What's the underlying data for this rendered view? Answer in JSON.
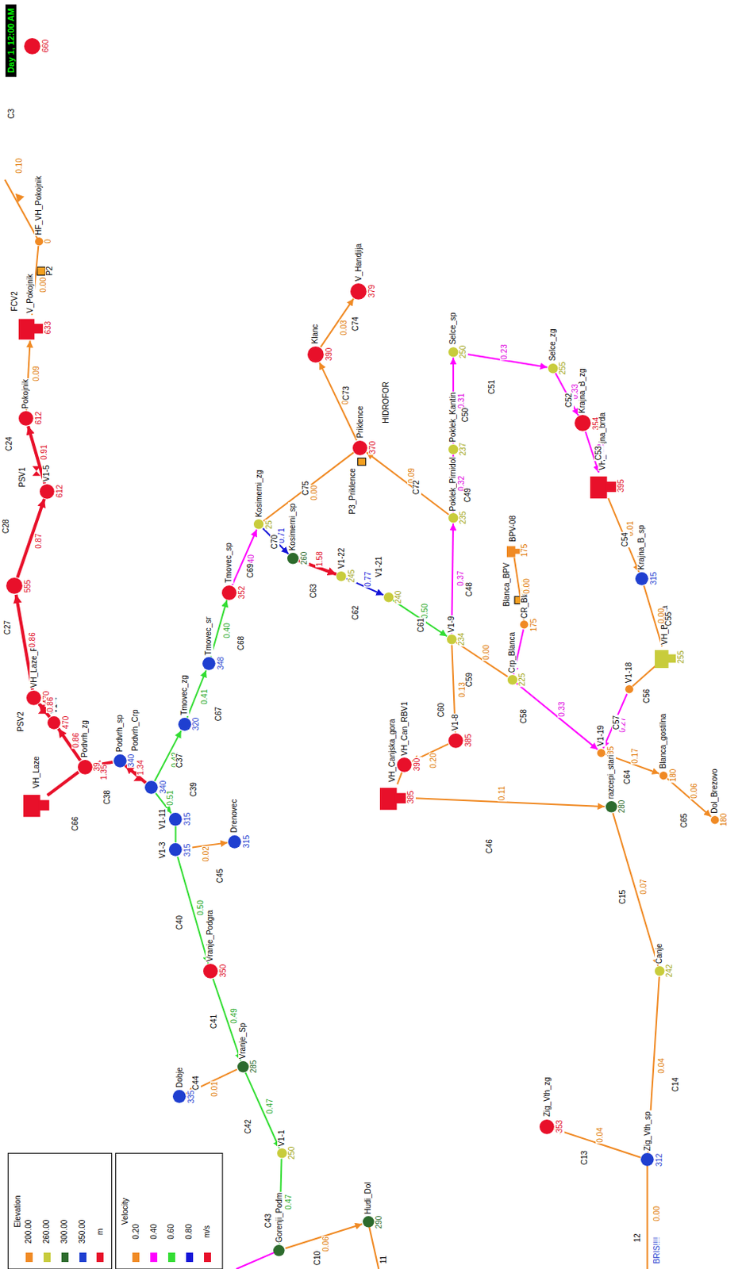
{
  "diagram": {
    "nodes": [
      {
        "text": [
          "660"
        ]
      },
      {
        "text": [
          "HF_VH_Pokojnik",
          "0"
        ]
      },
      {
        "text": [
          "V_Pokojnik",
          "633"
        ]
      },
      {
        "text": [
          "Pokojnik",
          "612"
        ]
      },
      {
        "text": [
          "V1-5",
          "612"
        ]
      },
      {
        "text": [
          "555"
        ]
      },
      {
        "text": [
          "VH_Laze_PSV",
          "470"
        ]
      },
      {
        "text": [
          "V1-4",
          "470"
        ]
      },
      {
        "text": [
          "Podvrh_zg",
          "39"
        ]
      },
      {
        "text": [
          "VH_Laze"
        ]
      },
      {
        "text": [
          "Podvrh_sp",
          "340"
        ]
      },
      {
        "text": [
          "340"
        ]
      },
      {
        "text": [
          "Tmovec_zg",
          "320"
        ]
      },
      {
        "text": [
          "Tmovec_sr",
          "348"
        ]
      },
      {
        "text": [
          "Tmovec_sp",
          "352"
        ]
      },
      {
        "text": [
          "Kosimerni_zg",
          "25"
        ]
      },
      {
        "text": [
          "Kosimerni_sp",
          "260"
        ]
      },
      {
        "text": [
          "V1-22",
          "245"
        ]
      },
      {
        "text": [
          "240"
        ]
      },
      {
        "text": [
          "V1-9",
          "234"
        ]
      },
      {
        "text": [
          "Priklence",
          "370"
        ]
      },
      {
        "text": [
          "Klanc",
          "390"
        ]
      },
      {
        "text": [
          "V_Handjija",
          "379"
        ]
      },
      {
        "text": [
          "Poklek_Pirnidol",
          "235"
        ]
      },
      {
        "text": [
          "Poklek_Kantin",
          "237"
        ]
      },
      {
        "text": [
          "Selce_sp",
          "250"
        ]
      },
      {
        "text": [
          "Selce_zg",
          "255"
        ]
      },
      {
        "text": [
          "Krajna_B_zg",
          "354"
        ]
      },
      {
        "text": [
          "VH_Krajna_brda",
          "395"
        ]
      },
      {
        "text": [
          "Krajna_B_sp",
          "315"
        ]
      },
      {
        "text": [
          "VH_Blanca",
          "255"
        ]
      },
      {
        "text": [
          "V1-18"
        ]
      },
      {
        "text": [
          "V1-19",
          "185"
        ]
      },
      {
        "text": [
          "Blanca_gostilna",
          "180"
        ]
      },
      {
        "text": [
          "Dol_Brezovo",
          "180"
        ]
      },
      {
        "text": [
          "BPV-08",
          "175"
        ]
      },
      {
        "text": [
          "CR_Blanca",
          "175"
        ]
      },
      {
        "text": [
          "Crp_Blanca",
          "225"
        ]
      },
      {
        "text": [
          "V1-8",
          "385"
        ]
      },
      {
        "text": [
          "VH_Can_RBV1",
          "390"
        ]
      },
      {
        "text": [
          "VH_Canjska_gora",
          "385"
        ]
      },
      {
        "text": [
          "razcepi_stari",
          "280"
        ]
      },
      {
        "text": [
          "Canje",
          "242"
        ]
      },
      {
        "text": [
          "Zig_Vth_sp",
          "312"
        ]
      },
      {
        "text": [
          "Zig_Vth_zg",
          "353"
        ]
      },
      {
        "text": [
          "V1-11",
          "315"
        ]
      },
      {
        "text": [
          "V1-3",
          "315"
        ]
      },
      {
        "text": [
          "Drenovec",
          "315"
        ]
      },
      {
        "text": [
          "Vranje_Podgra",
          "350"
        ]
      },
      {
        "text": [
          "Vranje_Sp",
          "285"
        ]
      },
      {
        "text": [
          "Dobje",
          "335"
        ]
      },
      {
        "text": [
          "V1-1",
          "250"
        ]
      },
      {
        "text": [
          "Gorenji_Podm"
        ]
      },
      {
        "text": [
          "Hudi_Dol",
          "290"
        ]
      }
    ],
    "edges": [
      {
        "from": 2,
        "to": 1,
        "label": "0.00",
        "arrow": "none"
      },
      {
        "from": 3,
        "to": 2,
        "label": "0.09",
        "arrow": "to"
      },
      {
        "from": 4,
        "to": 3,
        "label": "0.91",
        "arrow": "to"
      },
      {
        "from": 5,
        "to": 4,
        "label": "0.87",
        "arrow": "to"
      },
      {
        "from": 6,
        "to": 5,
        "label": "0.86",
        "arrow": "to"
      },
      {
        "from": 7,
        "to": 6,
        "label": "0.86",
        "arrow": "to"
      },
      {
        "from": 8,
        "to": 7,
        "label": "0.86",
        "arrow": "to"
      },
      {
        "from": 9,
        "to": 8,
        "arrow": "none"
      },
      {
        "from": 11,
        "to": 10,
        "label": "1.34",
        "arrow": "to"
      },
      {
        "from": 10,
        "to": 8,
        "label": "1.35",
        "arrow": "to"
      },
      {
        "from": 11,
        "to": 12,
        "label": "0.42",
        "arrow": "to"
      },
      {
        "from": 12,
        "to": 13,
        "label": "0.41",
        "arrow": "to"
      },
      {
        "from": 13,
        "to": 14,
        "label": "0.40",
        "arrow": "to"
      },
      {
        "from": 14,
        "to": 15,
        "label": "0.40",
        "arrow": "to"
      },
      {
        "from": 15,
        "to": 16,
        "label": "0.71",
        "arrow": "to"
      },
      {
        "from": 16,
        "to": 17,
        "label": "1.58",
        "arrow": "to"
      },
      {
        "from": 17,
        "to": 18,
        "label": "0.77",
        "arrow": "to"
      },
      {
        "from": 18,
        "to": 19,
        "label": "0.50",
        "arrow": "to"
      },
      {
        "from": 15,
        "to": 20,
        "label": "0.00",
        "arrow": "none"
      },
      {
        "from": 20,
        "to": 21,
        "label": "0.06",
        "arrow": "to"
      },
      {
        "from": 21,
        "to": 22,
        "label": "0.03",
        "arrow": "to"
      },
      {
        "from": 23,
        "to": 20,
        "label": "0.09",
        "arrow": "to"
      },
      {
        "from": 19,
        "to": 23,
        "label": "0.37",
        "arrow": "to"
      },
      {
        "from": 23,
        "to": 24,
        "label": "0.32",
        "arrow": "to"
      },
      {
        "from": 24,
        "to": 25,
        "label": "0.31",
        "arrow": "to"
      },
      {
        "from": 25,
        "to": 26,
        "label": "0.23",
        "arrow": "to"
      },
      {
        "from": 26,
        "to": 27,
        "label": "0.33",
        "arrow": "to"
      },
      {
        "from": 27,
        "to": 28,
        "label": "0.22",
        "arrow": "to"
      },
      {
        "from": 28,
        "to": 29,
        "label": "0.01",
        "arrow": "to"
      },
      {
        "from": 29,
        "to": 30,
        "label": "0.00",
        "arrow": "none"
      },
      {
        "from": 19,
        "to": 38,
        "label": "0.13",
        "arrow": "to"
      },
      {
        "from": 19,
        "to": 37,
        "label": "0.00",
        "arrow": "none"
      },
      {
        "from": 37,
        "to": 32,
        "label": "0.33",
        "arrow": "to"
      },
      {
        "from": 30,
        "to": 31,
        "arrow": "none"
      },
      {
        "from": 31,
        "to": 32,
        "label": "0.27",
        "arrow": "to"
      },
      {
        "from": 32,
        "to": 33,
        "label": "0.17",
        "arrow": "to"
      },
      {
        "from": 33,
        "to": 34,
        "label": "0.06",
        "arrow": "to"
      },
      {
        "from": 35,
        "to": 36,
        "label": "0.00",
        "arrow": "none"
      },
      {
        "from": 36,
        "to": 37,
        "arrow": "to"
      },
      {
        "from": 38,
        "to": 39,
        "label": "0.20",
        "arrow": "to"
      },
      {
        "from": 39,
        "to": 40,
        "arrow": "none"
      },
      {
        "from": 40,
        "to": 41,
        "label": "0.11",
        "arrow": "to"
      },
      {
        "from": 41,
        "to": 42,
        "label": "0.07",
        "arrow": "to"
      },
      {
        "from": 42,
        "to": 43,
        "label": "0.04",
        "arrow": "to"
      },
      {
        "from": 43,
        "to": 44,
        "label": "0.04",
        "arrow": "to"
      },
      {
        "from": 11,
        "to": 45,
        "label": "0.51",
        "arrow": "to"
      },
      {
        "from": 45,
        "to": 46,
        "arrow": "none"
      },
      {
        "from": 46,
        "to": 47,
        "label": "0.02",
        "arrow": "to"
      },
      {
        "from": 46,
        "to": 48,
        "label": "0.50",
        "arrow": "to"
      },
      {
        "from": 48,
        "to": 49,
        "label": "0.49",
        "arrow": "to"
      },
      {
        "from": 49,
        "to": 50,
        "label": "0.01",
        "arrow": "to"
      },
      {
        "from": 49,
        "to": 51,
        "label": "0.47",
        "arrow": "to"
      },
      {
        "from": 51,
        "to": 52,
        "label": "0.47",
        "arrow": "to"
      },
      {
        "from": 52,
        "to": 53,
        "label": "0.06",
        "arrow": "to"
      }
    ],
    "labels": [
      "Day 1, 12:00 AM",
      "C3",
      "0.10",
      "FCV2",
      "P2",
      "C24",
      "PSV1",
      "C28",
      "C27",
      "PSV2",
      "C66",
      "C38",
      "Podvrh_Crp",
      "C37",
      "C67",
      "C68",
      "C69",
      "C70",
      "C63",
      "C62",
      "C61",
      "V1-21",
      "C75",
      "C73",
      "C74",
      "C72",
      "HIDROFOR",
      "P3_Priklence",
      "C48",
      "C49",
      "C50",
      "C51",
      "C52",
      "C53",
      "C54",
      "C55",
      "C56",
      "C57",
      "C58",
      "C59",
      "C60",
      "C64",
      "C65",
      "Blanca_BPV",
      "C46",
      "C15",
      "C14",
      "C13",
      "C39",
      "C45",
      "C40",
      "C41",
      "C44",
      "C42",
      "C43",
      "C10",
      "11",
      "0.00",
      "12",
      "BRIS!!!!",
      "Elevation",
      "Velocity"
    ],
    "legend": [
      {
        "text": "200.00",
        "color": "#f08a24"
      },
      {
        "text": "260.00",
        "color": "#c8cc3c"
      },
      {
        "text": "300.00",
        "color": "#2d6b2d"
      },
      {
        "text": "350.00",
        "color": "#1f3fd0"
      },
      {
        "text": "m",
        "color": "#e8102a"
      },
      {
        "text": "0.20",
        "color": "#f08a24"
      },
      {
        "text": "0.40",
        "color": "#ff00ff"
      },
      {
        "text": "0.60",
        "color": "#33dd33"
      },
      {
        "text": "0.80",
        "color": "#1414d8"
      },
      {
        "text": "m/s",
        "color": "#e8102a"
      }
    ]
  }
}
